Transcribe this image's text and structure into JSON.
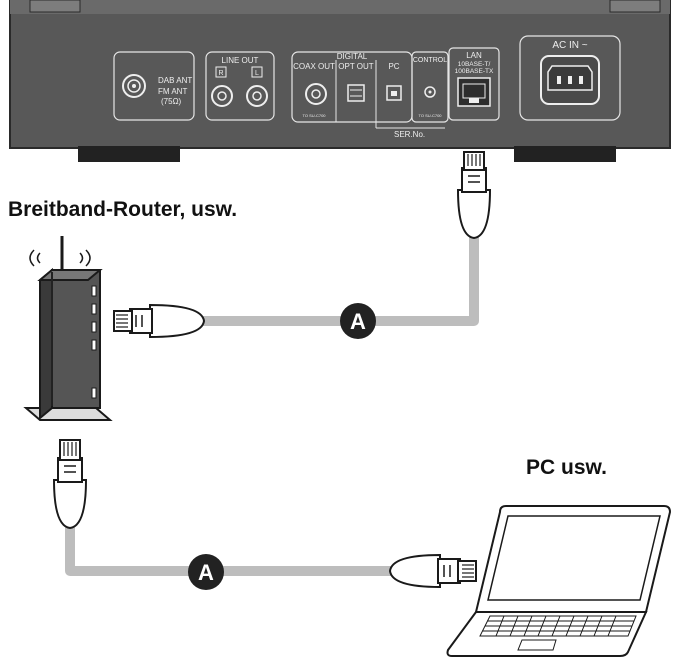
{
  "headings": {
    "router": "Breitband-Router, usw.",
    "pc": "PC usw."
  },
  "cable_marker": "A",
  "device_panel": {
    "dab_fm_label_1": "DAB ANT",
    "dab_fm_label_2": "FM ANT",
    "dab_fm_label_3": "(75Ω)",
    "line_out": "LINE OUT",
    "line_out_r": "R",
    "line_out_l": "L",
    "digital": "DIGITAL",
    "coax_out": "COAX OUT",
    "opt_out": "OPT OUT",
    "pc": "PC",
    "control": "CONTROL",
    "lan_1": "LAN",
    "lan_2": "10BASE-T/",
    "lan_3": "100BASE-TX",
    "ac_in": "AC IN ~",
    "ser_no": "SER.No.",
    "to_su_1": "TO SU-C700",
    "to_su_2": "TO SU-C700"
  },
  "colors": {
    "panel": "#585858",
    "panel_dark": "#3e3e3e",
    "cable": "#bdbdbd",
    "marker": "#222222",
    "line": "#1a1a1a"
  }
}
